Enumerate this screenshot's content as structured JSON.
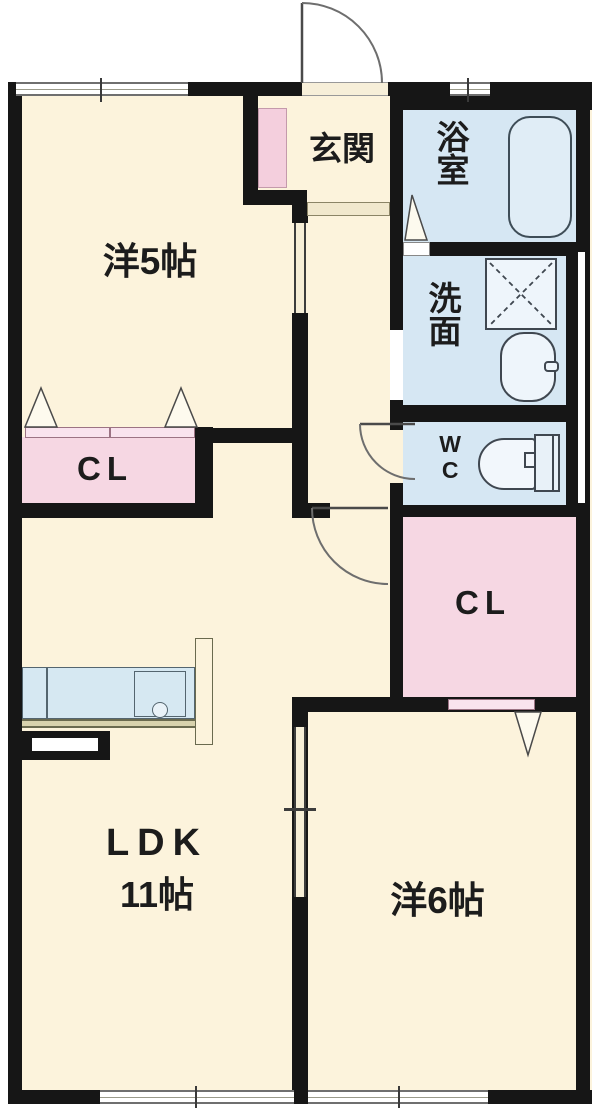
{
  "rooms": {
    "western5": {
      "label": "洋5帖"
    },
    "genkan": {
      "label": "玄関"
    },
    "bathroom": {
      "label": "浴室"
    },
    "washroom": {
      "label": "洗面"
    },
    "toilet": {
      "label": "WC"
    },
    "closet_left": {
      "label": "CL"
    },
    "closet_right": {
      "label": "CL"
    },
    "ldk": {
      "label": "LDK",
      "size": "11帖"
    },
    "western6": {
      "label": "洋6帖"
    }
  },
  "colors": {
    "wall": "#161616",
    "cream": "#fcf3dc",
    "blue": "#d6e7f3",
    "pink": "#f6d7e3",
    "pink_light": "#f9e3ee",
    "fixture": "#eef5fb",
    "outline": "#3f4750"
  }
}
